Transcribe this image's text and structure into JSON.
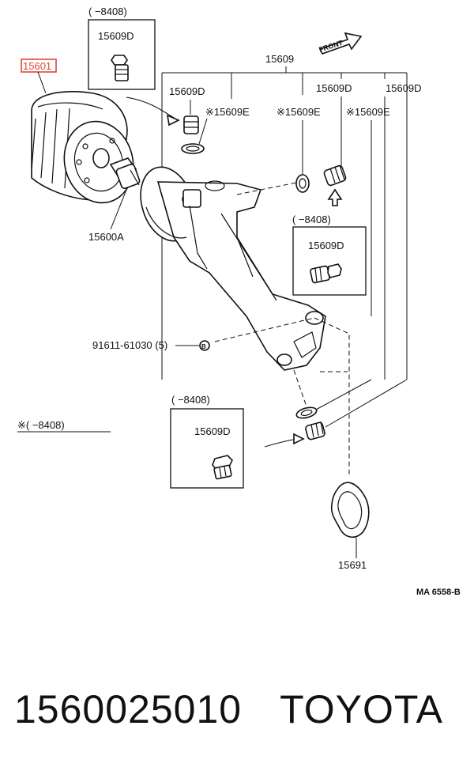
{
  "diagram": {
    "highlighted_part": "15601",
    "highlight_color": "#e0453a",
    "parts": {
      "oil_filter_bracket": "15609",
      "drain_plug": "15609D",
      "gasket_e": "※15609E",
      "filter_union": "15600A",
      "bolt": "91611-61030 (5)",
      "bolt_marker": "B",
      "oil_pan_gasket": "15691"
    },
    "range_labels": {
      "top_box": "(      −8408)",
      "middle_box": "(      −8408)",
      "lower_box": "(      −8408)",
      "note": "※(      −8408)"
    },
    "direction_label": "FRONT",
    "figure_code": "MA 6558-B"
  },
  "caption": {
    "part_number": "1560025010",
    "brand": "TOYOTA"
  }
}
